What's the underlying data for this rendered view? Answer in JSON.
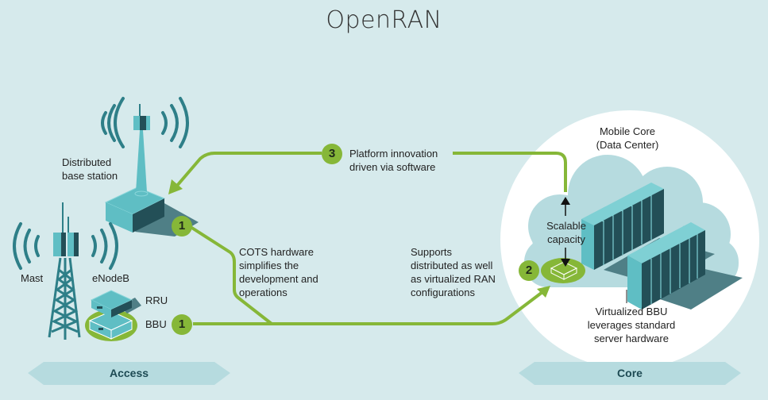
{
  "title": "OpenRAN",
  "colors": {
    "background": "#d6eaec",
    "teal_light": "#5fbec4",
    "teal_dark": "#234f57",
    "teal_mid": "#2e7f88",
    "green": "#86b738",
    "cloud": "#b6dbdf",
    "circle": "#ffffff",
    "hex_banner": "#b6dbdf"
  },
  "labels": {
    "distributed_base_station": [
      "Distributed",
      "base station"
    ],
    "mast": "Mast",
    "enodeb": "eNodeB",
    "rru": "RRU",
    "bbu": "BBU",
    "mobile_core": [
      "Mobile Core",
      "(Data Center)"
    ],
    "scalable_capacity": [
      "Scalable",
      "capacity"
    ],
    "virtualized_bbu": [
      "Virtualized BBU",
      "leverages standard",
      "server hardware"
    ]
  },
  "callouts": [
    {
      "number": "1",
      "text": [
        "COTS hardware",
        "simplifies the",
        "development and",
        "operations"
      ]
    },
    {
      "number": "2",
      "text": [
        "Supports",
        "distributed as well",
        "as virtualized RAN",
        "configurations"
      ]
    },
    {
      "number": "3",
      "text": [
        "Platform innovation",
        "driven via software"
      ]
    }
  ],
  "banners": {
    "access": "Access",
    "core": "Core"
  }
}
